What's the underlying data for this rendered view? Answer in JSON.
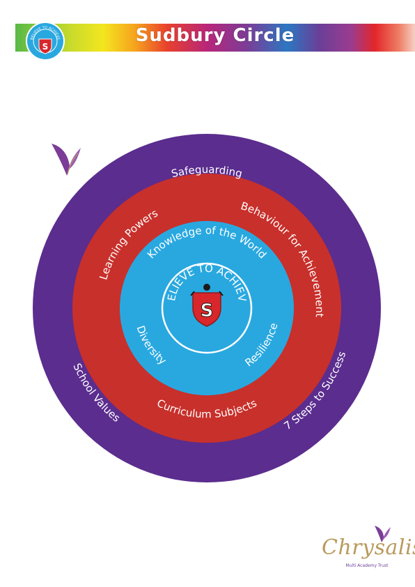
{
  "header": {
    "title": "Sudbury Circle",
    "badge_text": "BELIEVE TO ACHIEVE",
    "badge_letter": "S"
  },
  "diagram": {
    "outer_ring": {
      "color": "#5b2d8e",
      "labels": [
        "Safeguarding",
        "School Values",
        "7 Steps to Success"
      ]
    },
    "middle_ring": {
      "color": "#c8302b",
      "labels": [
        "Learning Powers",
        "Behaviour for Achievement",
        "Curriculum Subjects"
      ]
    },
    "inner_ring": {
      "color": "#29a8e0",
      "labels": [
        "Knowledge of the World",
        "Diversity",
        "Resilience"
      ]
    },
    "center": {
      "text": "BELIEVE TO ACHIEVE",
      "letter": "S"
    }
  },
  "footer": {
    "logo_name": "Chrysalis",
    "logo_subtitle": "Multi Academy Trust"
  },
  "icons": [
    "school-crest-icon",
    "butterfly-icon"
  ]
}
